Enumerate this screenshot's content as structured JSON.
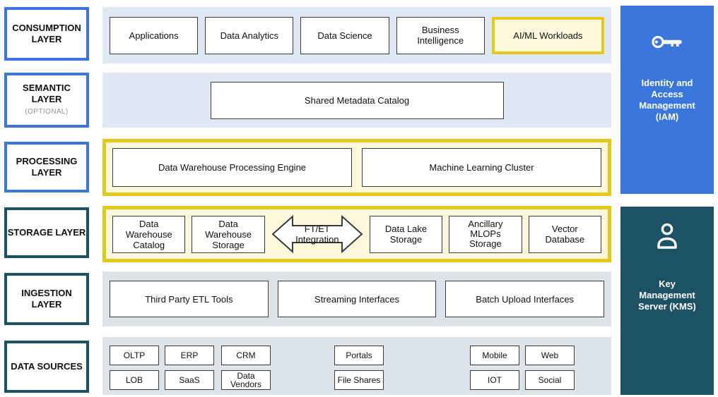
{
  "colors": {
    "blue_accent": "#3b76dd",
    "teal_accent": "#1d5265",
    "yellow_accent": "#e5c917",
    "pale_yellow_fill": "#fdf7dc",
    "row_blue_fill": "#dfe8f5",
    "row_gray_fill": "#dce4e9"
  },
  "layers": [
    {
      "title": "CONSUMPTION LAYER"
    },
    {
      "title": "SEMANTIC LAYER",
      "subtitle": "(OPTIONAL)"
    },
    {
      "title": "PROCESSING LAYER"
    },
    {
      "title": "STORAGE LAYER"
    },
    {
      "title": "INGESTION LAYER"
    },
    {
      "title": "DATA SOURCES"
    }
  ],
  "rows": {
    "consumption": {
      "boxes": [
        "Applications",
        "Data Analytics",
        "Data Science",
        "Business Intelligence",
        "AI/ML Workloads"
      ],
      "highlighted_box": "AI/ML Workloads"
    },
    "semantic": {
      "box": "Shared Metadata Catalog"
    },
    "processing": {
      "boxes": [
        "Data Warehouse Processing Engine",
        "Machine Learning Cluster"
      ]
    },
    "storage": {
      "boxes_left": [
        "Data Warehouse Catalog",
        "Data Warehouse Storage"
      ],
      "arrow": "FT/ET Integration",
      "boxes_right": [
        "Data Lake Storage",
        "Ancillary MLOPs Storage",
        "Vector Database"
      ]
    },
    "ingestion": {
      "boxes": [
        "Third Party ETL Tools",
        "Streaming Interfaces",
        "Batch Upload Interfaces"
      ]
    },
    "sources": {
      "top": [
        "OLTP",
        "ERP",
        "CRM",
        "Portals",
        "Mobile",
        "Web"
      ],
      "bottom": [
        "LOB",
        "SaaS",
        "Data Vendors",
        "File Shares",
        "IOT",
        "Social"
      ]
    }
  },
  "panels": [
    {
      "title": "Identity and Access Management (IAM)",
      "icon": "key-icon"
    },
    {
      "title": "Key Management Server (KMS)",
      "icon": "person-icon"
    }
  ]
}
